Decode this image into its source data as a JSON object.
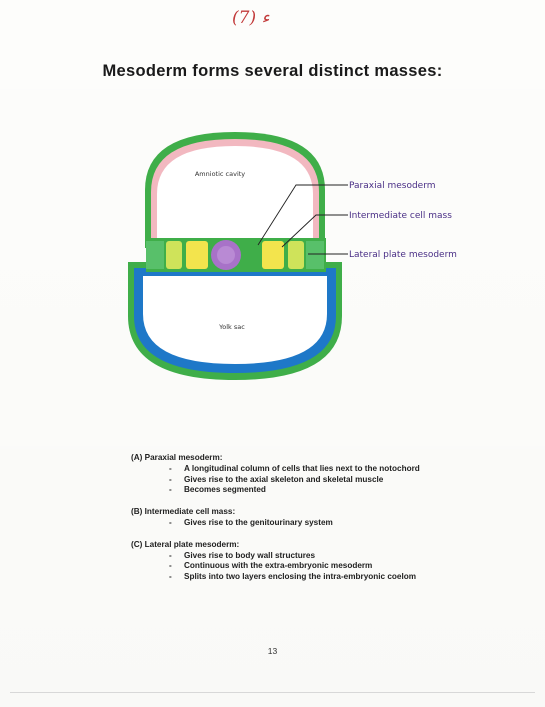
{
  "handwritten_note": "(7) ء",
  "title": "Mesoderm forms several distinct masses:",
  "diagram": {
    "amniotic_cavity_label": "Amniotic cavity",
    "yolk_sac_label": "Yolk sac",
    "callouts": {
      "paraxial": "Paraxial mesoderm",
      "intermediate": "Intermediate cell mass",
      "lateral": "Lateral plate mesoderm"
    },
    "colors": {
      "ectoderm_green": "#3fae49",
      "amnion_pink": "#f2b8c0",
      "yolk_blue": "#1e78c8",
      "paraxial_yellow": "#f3e44d",
      "notochord_purple": "#a872c8",
      "callout_text_purple": "#4a2f86"
    }
  },
  "notes": {
    "paraxial": {
      "heading": "(A) Paraxial mesoderm:",
      "items": [
        "A longitudinal column of cells that lies next to the notochord",
        "Gives rise to the axial skeleton and skeletal muscle",
        "Becomes segmented"
      ]
    },
    "intermediate": {
      "heading": "(B) Intermediate cell mass:",
      "items": [
        "Gives rise to the genitourinary system"
      ]
    },
    "lateral": {
      "heading": "(C) Lateral plate mesoderm:",
      "items": [
        "Gives rise to body wall structures",
        "Continuous with the extra-embryonic mesoderm",
        "Splits into two layers enclosing the intra-embryonic coelom"
      ]
    }
  },
  "page_number": "13"
}
